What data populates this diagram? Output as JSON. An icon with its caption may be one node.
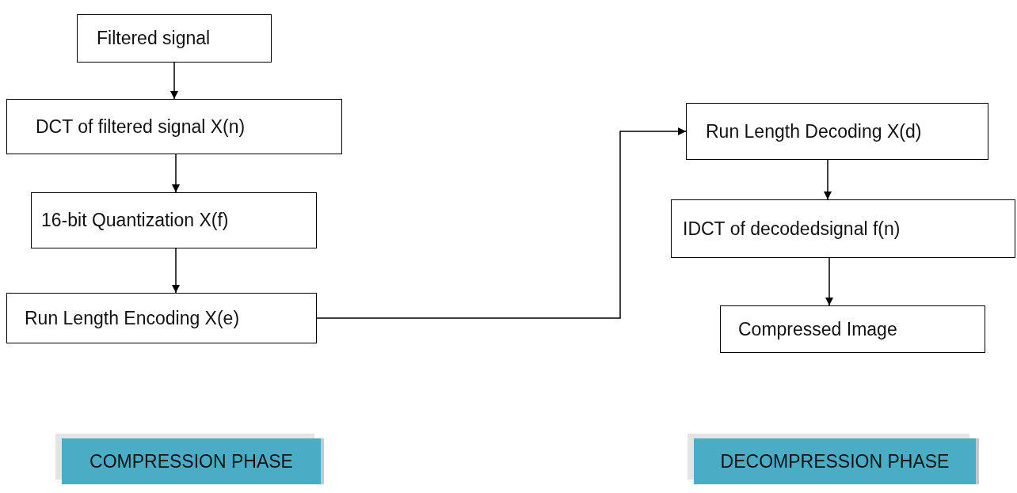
{
  "diagram": {
    "nodes": [
      {
        "text": [
          "Filtered signal"
        ]
      },
      {
        "text": [
          "DCT of filtered signal X(n)"
        ]
      },
      {
        "text": [
          "16-bit Quantization X(f)"
        ]
      },
      {
        "text": [
          "Run Length Encoding X(e)"
        ]
      },
      {
        "text": [
          "Run Length Decoding X(d)"
        ]
      },
      {
        "text": [
          "IDCT of decodedsignal f(n)"
        ]
      },
      {
        "text": [
          "Compressed Image"
        ]
      },
      {
        "text": [
          "COMPRESSION PHASE"
        ]
      },
      {
        "text": [
          "DECOMPRESSION PHASE"
        ]
      }
    ],
    "edges": [
      {
        "from": 0,
        "to": 1,
        "arrow": "to"
      },
      {
        "from": 1,
        "to": 2,
        "arrow": "to"
      },
      {
        "from": 2,
        "to": 3,
        "arrow": "to"
      },
      {
        "from": 3,
        "to": 4,
        "arrow": "to"
      },
      {
        "from": 4,
        "to": 5,
        "arrow": "to"
      },
      {
        "from": 5,
        "to": 6,
        "arrow": "to"
      }
    ]
  }
}
